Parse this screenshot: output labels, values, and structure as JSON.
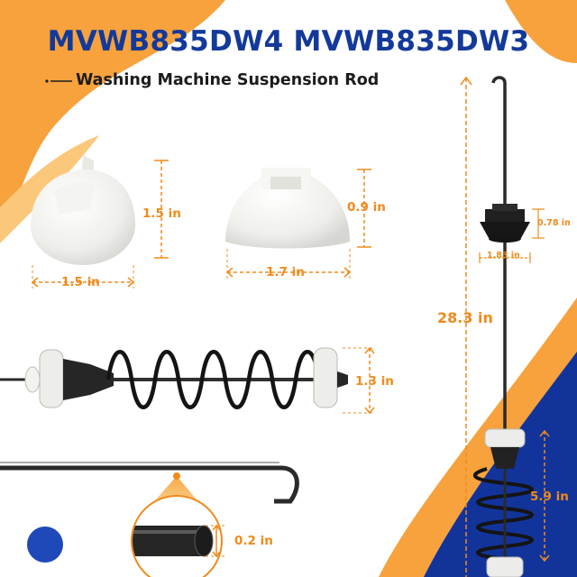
{
  "product": {
    "title": "MVWB835DW4 MVWB835DW3",
    "subtitle": "Washing Machine Suspension Rod"
  },
  "dimensions": {
    "cap_small_height": "1.5 in",
    "cap_small_width": "1.5 in",
    "cap_large_height": "0.9 in",
    "cap_large_width": "1.7 in",
    "spring_diameter": "1.3 in",
    "rod_diameter": "0.2 in",
    "rod_length": "28.3 in",
    "bracket_height": "0.78 in",
    "bracket_width": "1.83 in",
    "bottom_spring_length": "5.9 in"
  },
  "colors": {
    "title_blue": "#13399a",
    "dimension_orange": "#f08a1c",
    "background_orange": "#f7a23c",
    "background_navy": "#12349a"
  }
}
